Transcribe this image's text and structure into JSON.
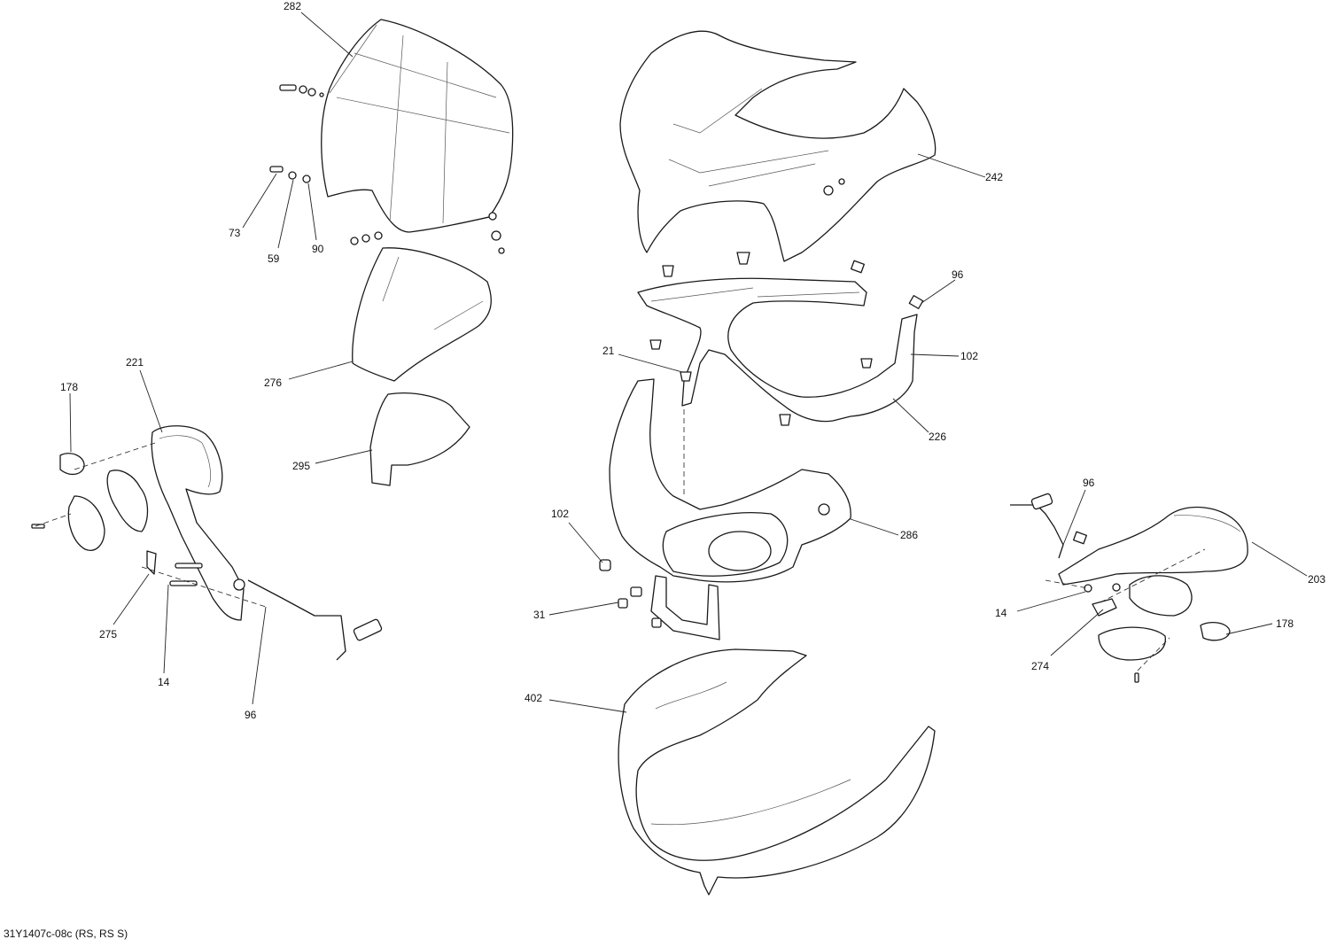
{
  "diagram": {
    "caption": "31Y1407c-08c (RS, RS S)",
    "callouts": {
      "c282": "282",
      "c73": "73",
      "c59": "59",
      "c90": "90",
      "c276": "276",
      "c295": "295",
      "c178_left": "178",
      "c221": "221",
      "c275": "275",
      "c14_left": "14",
      "c96_left": "96",
      "c242": "242",
      "c96_top": "96",
      "c102_right": "102",
      "c21": "21",
      "c226": "226",
      "c286": "286",
      "c102_left": "102",
      "c31": "31",
      "c402": "402",
      "c96_right": "96",
      "c203": "203",
      "c14_right": "14",
      "c274": "274",
      "c178_right": "178"
    }
  }
}
